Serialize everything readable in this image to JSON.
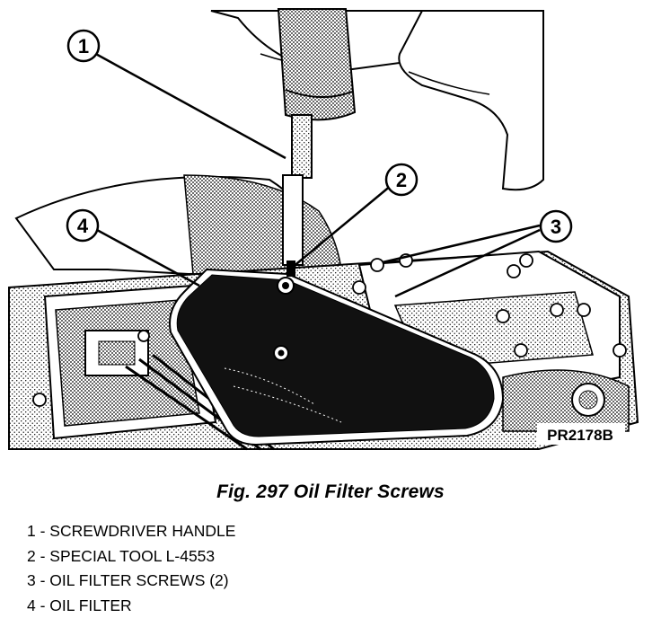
{
  "figure": {
    "caption": "Fig. 297 Oil Filter Screws",
    "code": "PR2178B",
    "callouts": [
      "1",
      "2",
      "3",
      "4"
    ]
  },
  "legend": [
    "1 - SCREWDRIVER HANDLE",
    "2 - SPECIAL TOOL L-4553",
    "3 - OIL FILTER SCREWS (2)",
    "4 - OIL FILTER"
  ]
}
